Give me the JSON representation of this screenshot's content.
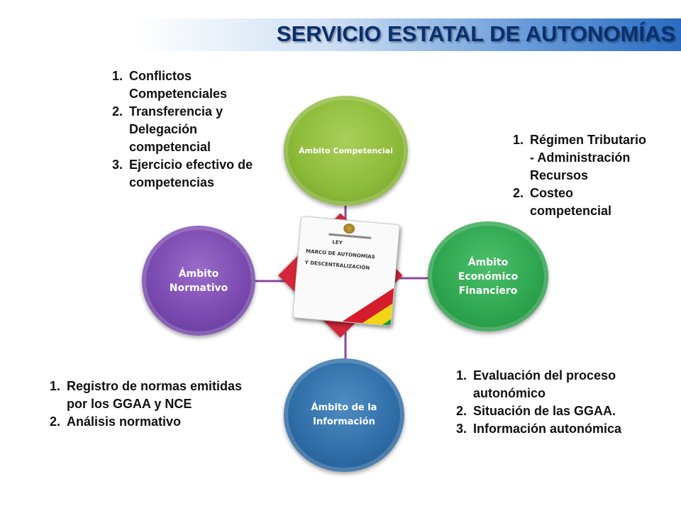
{
  "title": "SERVICIO ESTATAL DE AUTONOMÍAS",
  "colors": {
    "ambito_competencial": "#8dbb3a",
    "ambito_normativo": "#7a4ab0",
    "ambito_economico": "#2fa650",
    "ambito_informacion": "#2f6ea8",
    "center_diamond": "#d3263a",
    "title_text": "#0a2f6e"
  },
  "center": {
    "law_line1": "LEY",
    "law_line2": "MARCO DE AUTONOMÍAS",
    "law_line3": "Y DESCENTRALIZACIÓN"
  },
  "circles": {
    "competencial": "Ámbito Competencial",
    "normativo": "Ámbito Normativo",
    "economico": "Ámbito Económico Financiero",
    "informacion": "Ámbito de la Información"
  },
  "lists": {
    "competencial": [
      {
        "num": "1.",
        "text": "Conflictos Competenciales"
      },
      {
        "num": "2.",
        "text": "Transferencia y Delegación competencial"
      },
      {
        "num": "3.",
        "text": "Ejercicio efectivo de competencias"
      }
    ],
    "economico": [
      {
        "num": "1.",
        "text": "Régimen Tributario  - Administración Recursos"
      },
      {
        "num": "2.",
        "text": "Costeo competencial"
      }
    ],
    "normativo": [
      {
        "num": "1.",
        "text": "Registro de normas emitidas por los GGAA y NCE"
      },
      {
        "num": "2.",
        "text": "Análisis normativo"
      }
    ],
    "informacion": [
      {
        "num": "1.",
        "text": "Evaluación del proceso autonómico"
      },
      {
        "num": "2.",
        "text": "Situación de las GGAA."
      },
      {
        "num": "3.",
        "text": "Información autonómica"
      }
    ]
  }
}
